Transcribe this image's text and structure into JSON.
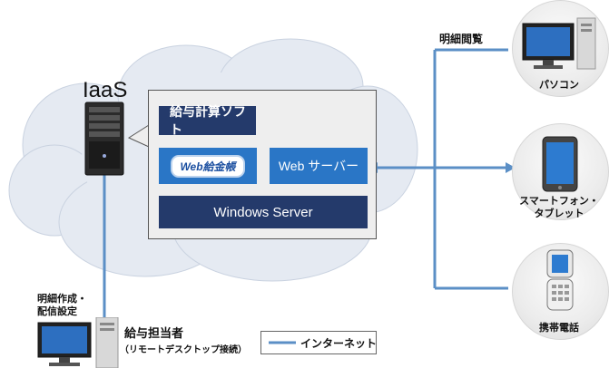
{
  "cloud": {
    "label": "IaaS"
  },
  "server_panel": {
    "payroll_software": "給与計算ソフト",
    "web_kyuyo_logo": "Web給金帳",
    "web_server": "Web サーバー",
    "os": "Windows Server"
  },
  "access_label": "明細閲覧",
  "devices": {
    "pc": "パソコン",
    "smartphone_line1": "スマートフォン・",
    "smartphone_line2": "タブレット",
    "mobile": "携帯電話"
  },
  "admin": {
    "label_line1": "明細作成・",
    "label_line2": "配信設定",
    "person": "給与担当者",
    "connection": "（リモートデスクトップ接続）"
  },
  "legend": {
    "internet": "インターネット"
  },
  "colors": {
    "line": "#5b8fc6",
    "dark_box": "#243a6b",
    "blue_box": "#2a76c6"
  }
}
